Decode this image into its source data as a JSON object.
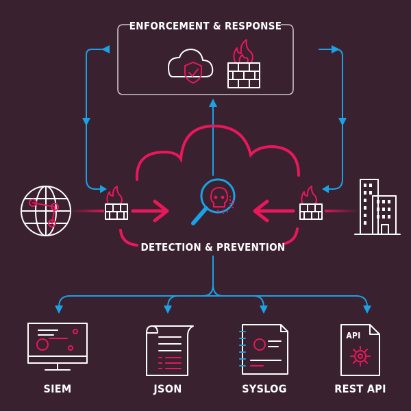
{
  "enforcement": {
    "title": "ENFORCEMENT & RESPONSE"
  },
  "detection": {
    "title": "DETECTION & PREVENTION",
    "api_badge": "API"
  },
  "outputs": [
    {
      "label": "SIEM"
    },
    {
      "label": "JSON"
    },
    {
      "label": "SYSLOG"
    },
    {
      "label": "REST API"
    }
  ],
  "colors": {
    "background": "#3a2130",
    "accent_pink": "#e8185a",
    "accent_blue": "#1aa2e6",
    "line_white": "#ffffff"
  },
  "icons": [
    "cloud-shield-icon",
    "firewall-fire-icon",
    "globe-icon",
    "building-icon",
    "magnifier-skull-icon",
    "monitor-icon",
    "document-scroll-icon",
    "notebook-icon",
    "api-gear-icon"
  ]
}
